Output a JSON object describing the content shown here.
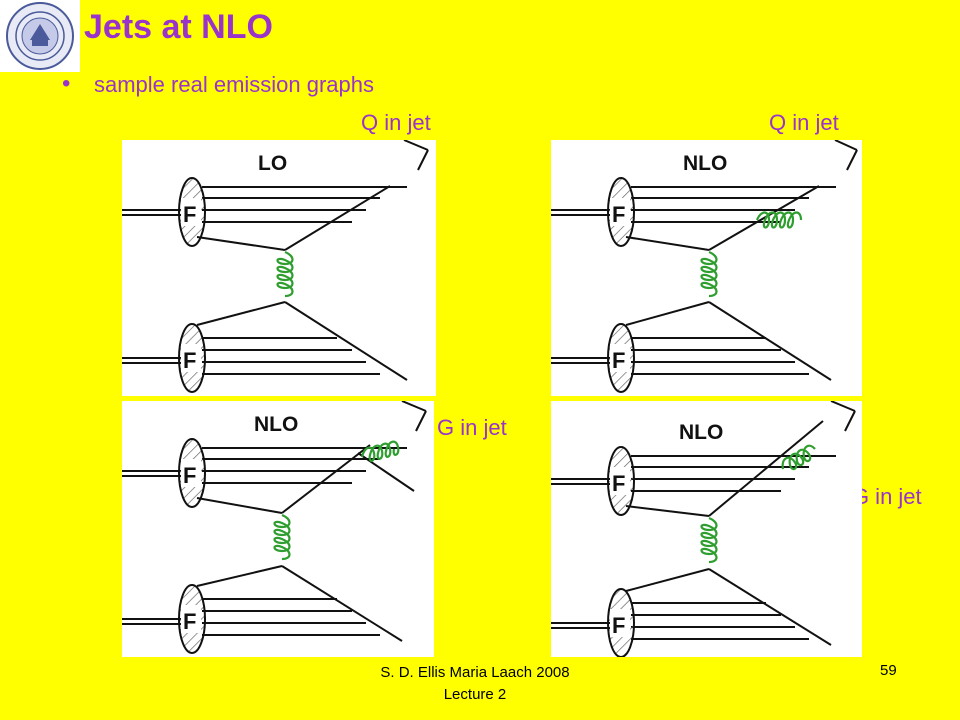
{
  "slide": {
    "title": "Jets at NLO",
    "bullet": "sample real emission graphs",
    "logo": "seal-of-the-university-of-washington"
  },
  "labels": {
    "top_left": "Q in jet",
    "top_right": "Q in jet",
    "bottom_left": "G in jet",
    "bottom_right": "Q+G in jet"
  },
  "diagrams": [
    {
      "tag": "LO",
      "f_label": "F"
    },
    {
      "tag": "NLO",
      "f_label": "F"
    },
    {
      "tag": "NLO",
      "f_label": "F"
    },
    {
      "tag": "NLO",
      "f_label": "F"
    }
  ],
  "footer": {
    "line1": "S. D. Ellis   Maria Laach 2008",
    "line2": "Lecture 2",
    "page": "59"
  },
  "colors": {
    "background": "#ffff00",
    "title": "#9933cc",
    "gluon": "#2e9e2e"
  }
}
